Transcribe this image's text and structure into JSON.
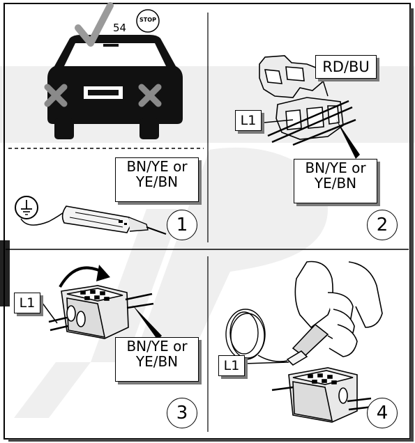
{
  "panel1": {
    "count": "54",
    "stop_sign": "STOP",
    "wire_label_line1": "BN/YE or",
    "wire_label_line2": "YE/BN",
    "step_number": "1"
  },
  "panel2": {
    "label_rdbu": "RD/BU",
    "label_l1": "L1",
    "wire_label_line1": "BN/YE or",
    "wire_label_line2": "YE/BN",
    "step_number": "2"
  },
  "panel3": {
    "label_l1": "L1",
    "wire_label_line1": "BN/YE or",
    "wire_label_line2": "YE/BN",
    "step_number": "3"
  },
  "panel4": {
    "label_l1": "L1",
    "step_number": "4"
  },
  "colors": {
    "line": "#000000",
    "shadow": "#7a7a7a",
    "watermark": "#ececec",
    "tape": "#ffffff"
  }
}
